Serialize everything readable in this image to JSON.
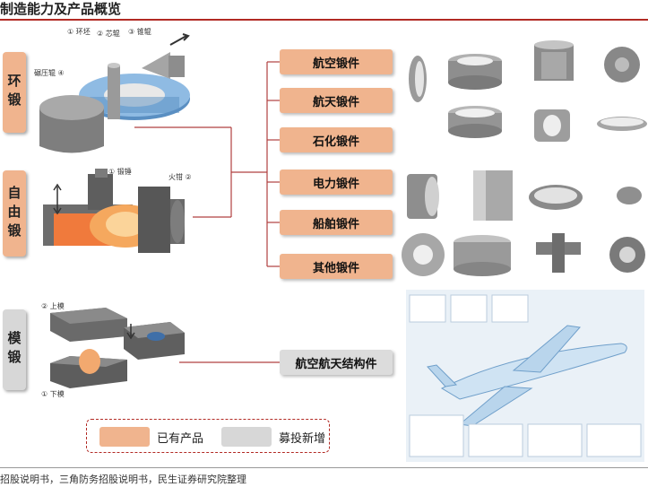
{
  "header": {
    "title": "制造能力及产品概览"
  },
  "footer": {
    "source": "招股说明书，三角防务招股说明书，民生证券研究院整理"
  },
  "categories": {
    "ring": "环锻",
    "free": "自由锻",
    "die": "模锻"
  },
  "ring_labels": {
    "l1": "① 环坯",
    "l2": "② 芯辊",
    "l3": "③ 锥辊",
    "l4": "碾压辊 ④"
  },
  "free_labels": {
    "l1": "① 锻锤",
    "l2": "火钳 ②"
  },
  "die_labels": {
    "top": "② 上模",
    "bottom": "① 下模"
  },
  "products": [
    "航空锻件",
    "航天锻件",
    "石化锻件",
    "电力锻件",
    "船舶锻件",
    "其他锻件",
    "航空航天结构件"
  ],
  "legend": {
    "existing": "已有产品",
    "new": "募投新增",
    "existing_color": "#f0b48e",
    "new_color": "#d7d7d7"
  },
  "colors": {
    "accent": "#b22a24",
    "connector": "#b04040"
  }
}
